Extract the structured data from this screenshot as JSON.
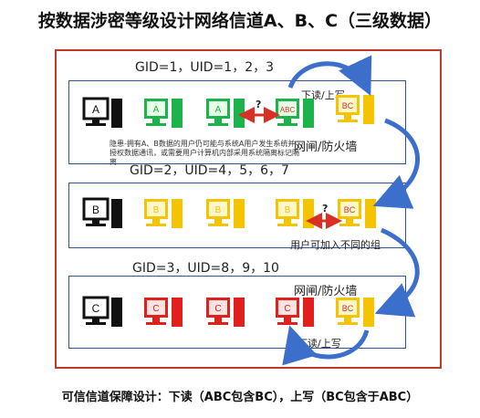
{
  "title": "按数据涉密等级设计网络信道A、B、C（三级数据）",
  "footer": "可信信道保障设计：下读（ABC包含BC），上写（BC包含于ABC）",
  "colors": {
    "frame": "#c0392b",
    "panel": "#2f5597",
    "green": "#1bb34a",
    "yellow": "#f5c400",
    "red": "#e0201b",
    "black": "#111111",
    "arrow": "#3c6fcb"
  },
  "rows": [
    {
      "label": "GID=1，UID=1，2，3",
      "note": "隐患-拥有A、B数据的用户仍可能与系统A用户发生系统并授权数据通讯，或需要用户计算机内部采用系统隔离标记隔离",
      "server_letter": "A",
      "pcs": [
        "A",
        "A"
      ],
      "mixed": "ABC",
      "firewall_pc": "BC",
      "question": "?"
    },
    {
      "label": "GID=2，UID=4，5，6，7",
      "server_letter": "B",
      "pcs": [
        "B",
        "B",
        "B"
      ],
      "left_pc": "B",
      "firewall_pc": "BC",
      "question": "?",
      "user_note": "用户可加入不同的组"
    },
    {
      "label": "GID=3，UID=8，9，10",
      "server_letter": "C",
      "pcs": [
        "C",
        "C",
        "C"
      ],
      "firewall_pc": "BC"
    }
  ],
  "labels": {
    "read_write_top": "下读/上写",
    "firewall_top": "网闸/防火墙",
    "firewall_bottom": "网闸/防火墙",
    "read_write_bottom": "下读/上写"
  }
}
